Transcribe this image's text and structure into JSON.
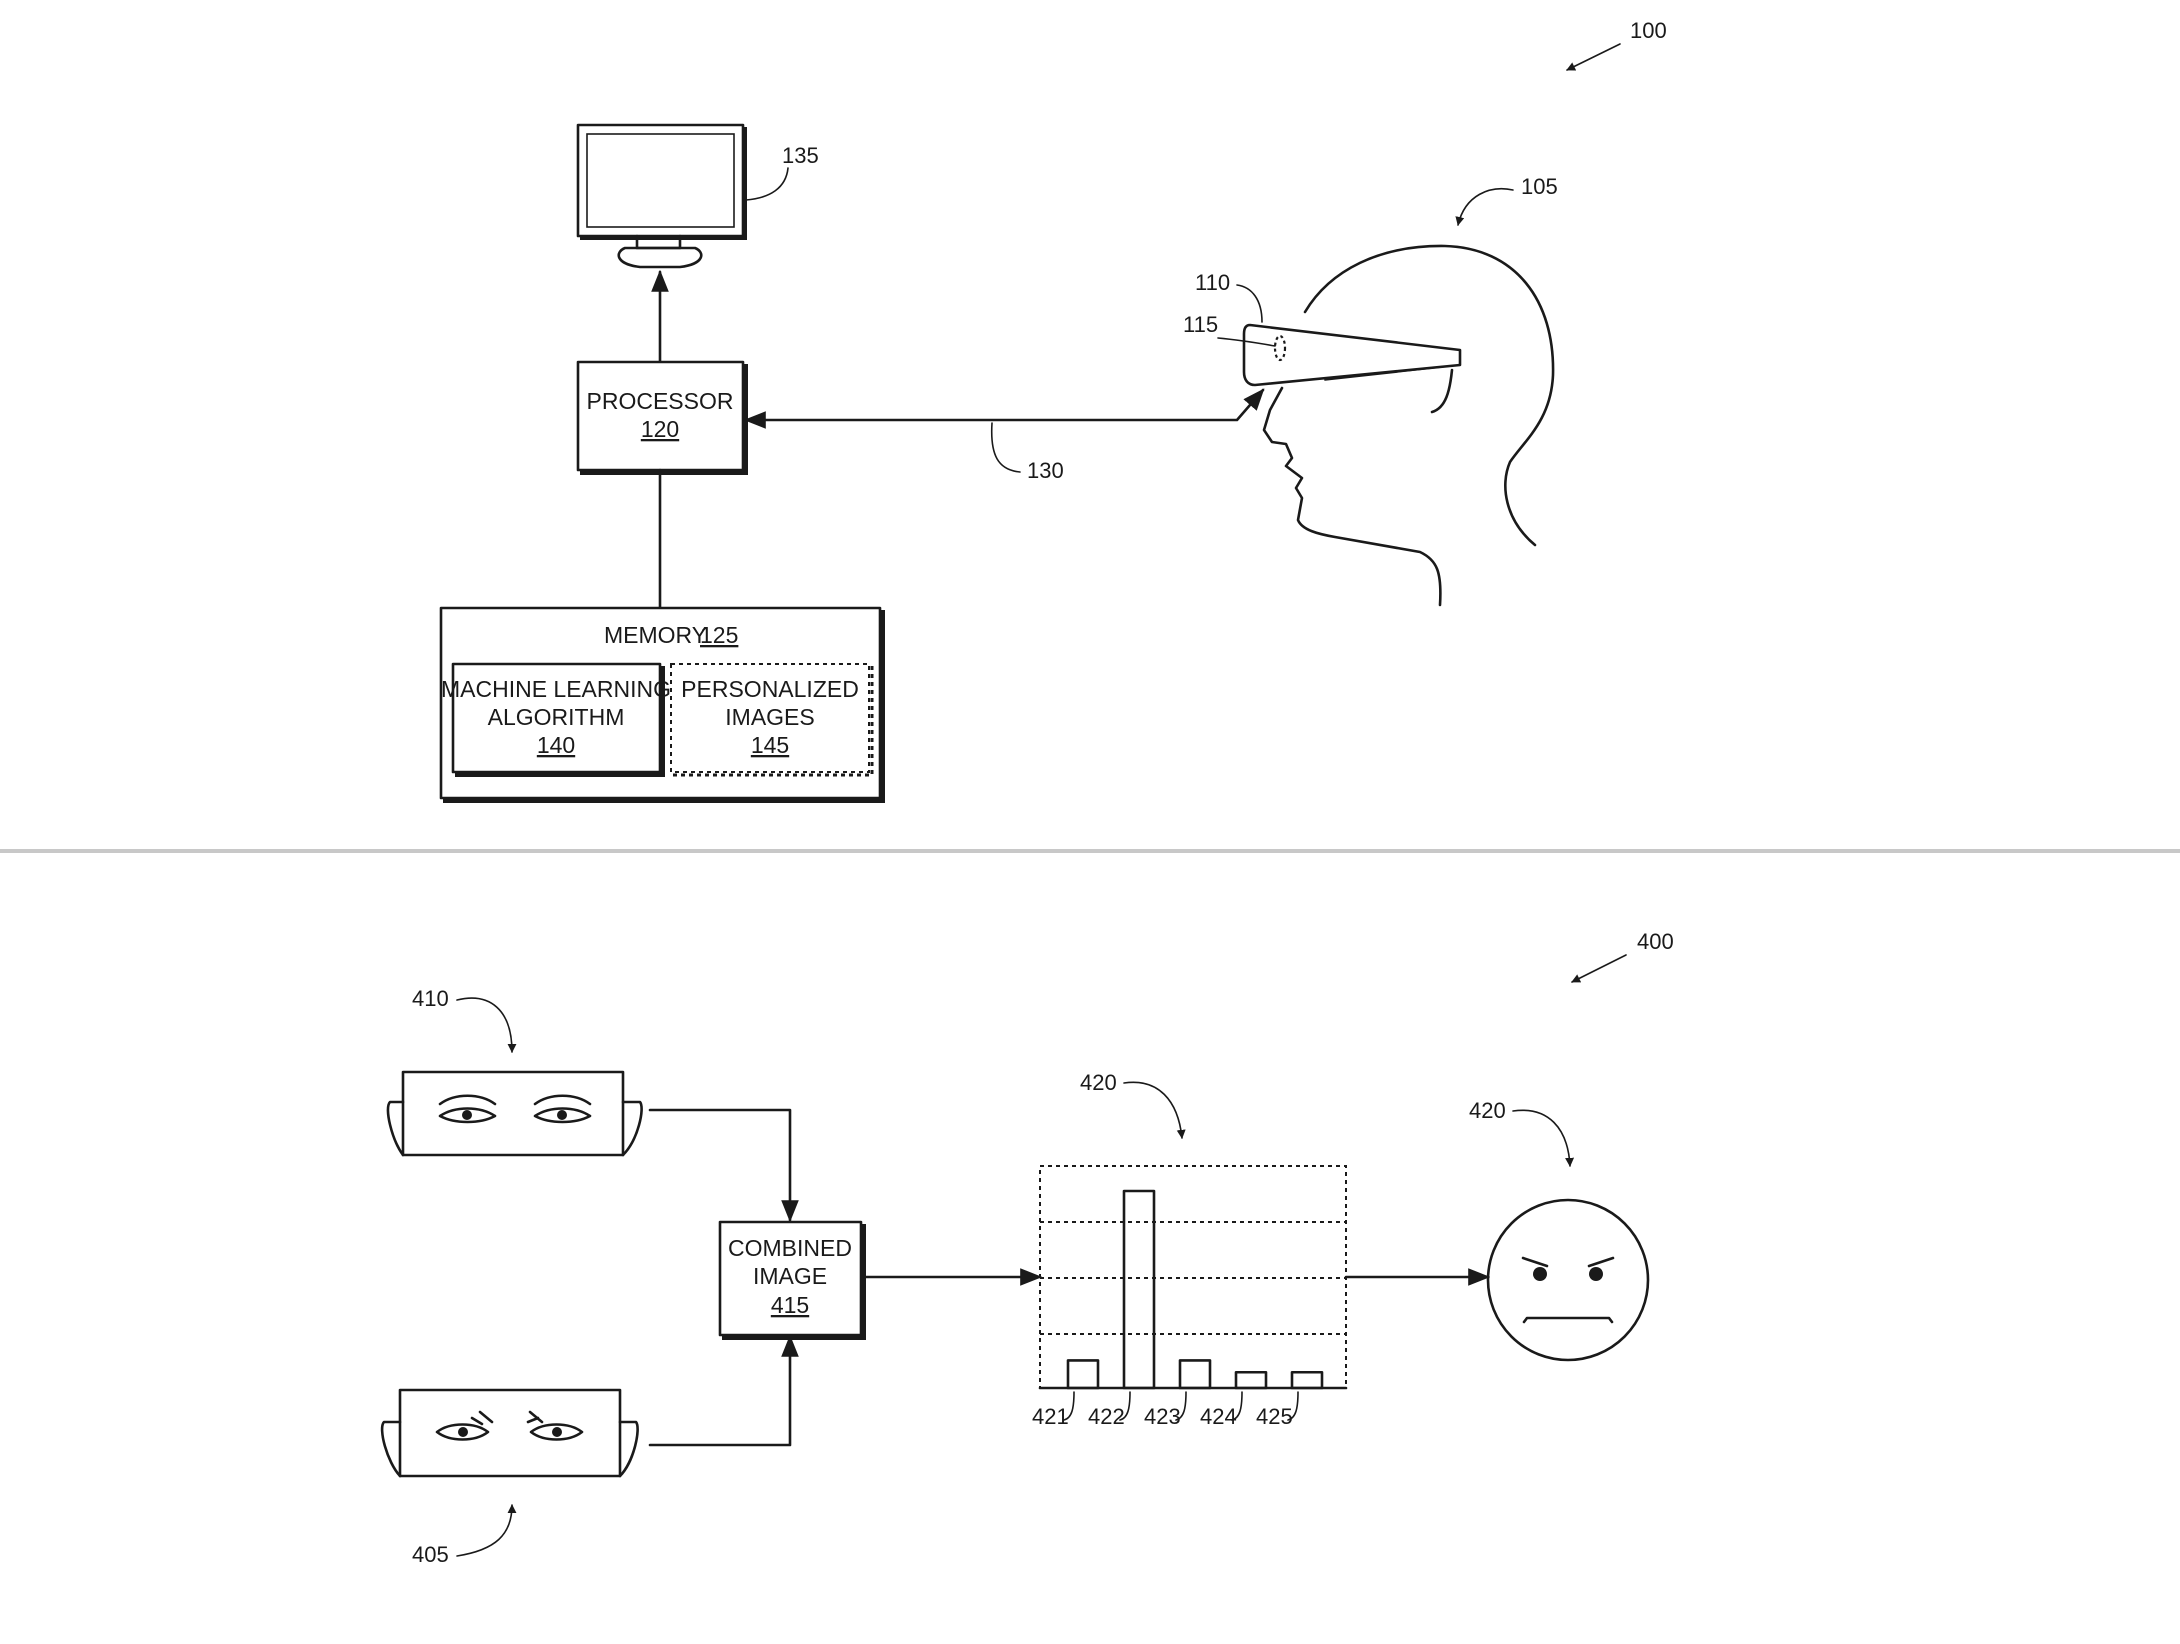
{
  "figure_top": {
    "ref_system": "100",
    "ref_user": "105",
    "ref_headset": "110",
    "ref_sensor": "115",
    "ref_link": "130",
    "ref_display": "135",
    "processor": {
      "label": "PROCESSOR",
      "ref": "120"
    },
    "memory": {
      "label": "MEMORY",
      "ref": "125"
    },
    "ml_algorithm": {
      "line1": "MACHINE LEARNING",
      "line2": "ALGORITHM",
      "ref": "140"
    },
    "personalized_images": {
      "line1": "PERSONALIZED",
      "line2": "IMAGES",
      "ref": "145"
    }
  },
  "figure_bottom": {
    "ref_figure": "400",
    "ref_image_top": "410",
    "ref_image_bottom": "405",
    "combined_image": {
      "line1": "COMBINED",
      "line2": "IMAGE",
      "ref": "415"
    },
    "ref_histogram": "420",
    "ref_result": "420",
    "bar_refs": [
      "421",
      "422",
      "423",
      "424",
      "425"
    ],
    "bar_values": [
      0.14,
      1.0,
      0.14,
      0.08,
      0.08
    ]
  }
}
